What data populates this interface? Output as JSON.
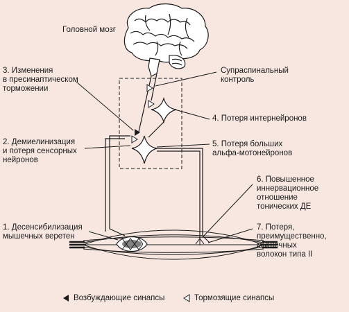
{
  "labels": {
    "brain": "Головной мозг",
    "item3": "3. Изменения\nв пресинаптическом\nторможении",
    "item2": "2. Демиелинизация\nи потеря сенсорных\nнейронов",
    "item1": "1. Десенсибилизация\nмышечных веретен",
    "supraspinal": "Супраспинальный\nконтроль",
    "item4": "4. Потеря интернейронов",
    "item5": "5. Потеря больших\nальфа-мотонейронов",
    "item6": "6. Повышенное\nиннервационное\nотношение\nтонических ДЕ",
    "item7": "7. Потеря,\nпреимущественно,\nмышечных\nволокон типа II"
  },
  "legend": {
    "excitatory": "Возбуждающие синапсы",
    "inhibitory": "Тормозящие синапсы"
  },
  "icons": {
    "excitatory": "filled-triangle-icon",
    "inhibitory": "open-triangle-icon"
  },
  "colors": {
    "background": "#f7e7e0",
    "ink": "#1a1a1a"
  }
}
